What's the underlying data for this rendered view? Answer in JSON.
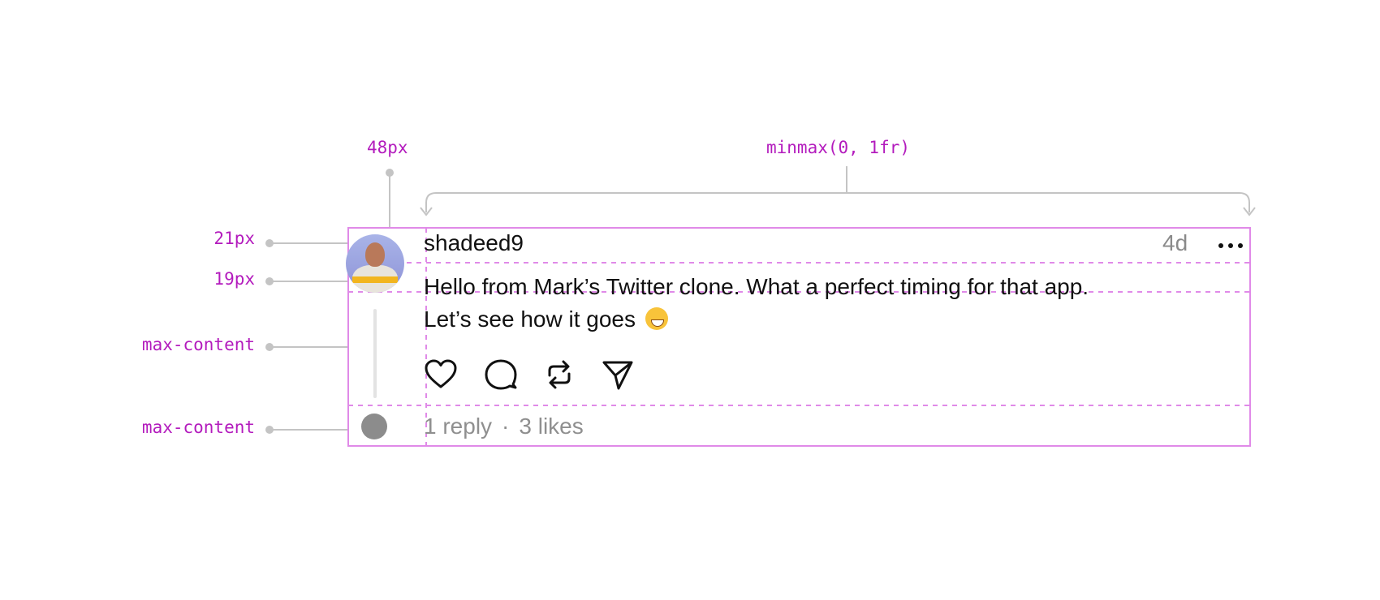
{
  "annotations": {
    "columns": [
      "48px",
      "minmax(0, 1fr)"
    ],
    "rows": [
      "21px",
      "19px",
      "max-content",
      "max-content"
    ]
  },
  "post": {
    "username": "shadeed9",
    "time": "4d",
    "more_icon": "more-horizontal-icon",
    "body_line_1": "Hello from Mark’s Twitter clone. What a perfect timing for that app.",
    "body_line_2": "Let’s see how it goes",
    "emoji": "grinning-face-emoji",
    "actions": [
      "heart-icon",
      "comment-icon",
      "repost-icon",
      "send-icon"
    ],
    "replies": "1 reply",
    "separator": "·",
    "likes": "3 likes"
  },
  "colors": {
    "annotation": "#b31bbd",
    "grid": "#e08ae8",
    "callout": "#c4c4c4",
    "muted_text": "#8f8f8f"
  }
}
